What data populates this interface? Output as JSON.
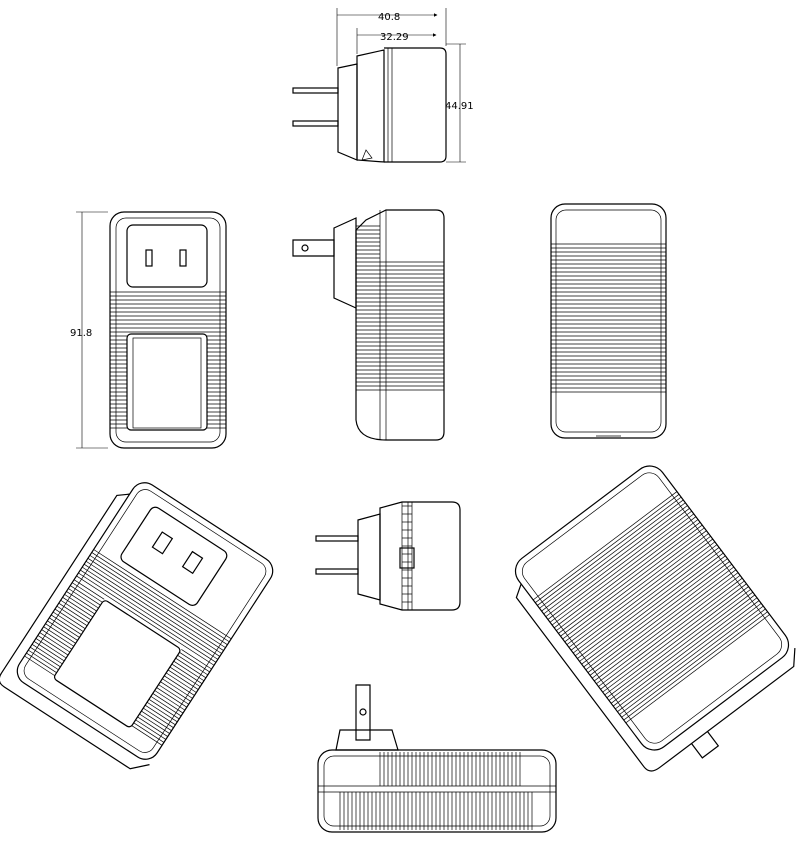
{
  "drawing": {
    "colors": {
      "stroke": "#000000",
      "background": "#ffffff"
    },
    "dimensions": {
      "overall_depth": "40.8",
      "body_depth": "32.29",
      "side_height": "44.91",
      "front_height": "91.8"
    }
  }
}
